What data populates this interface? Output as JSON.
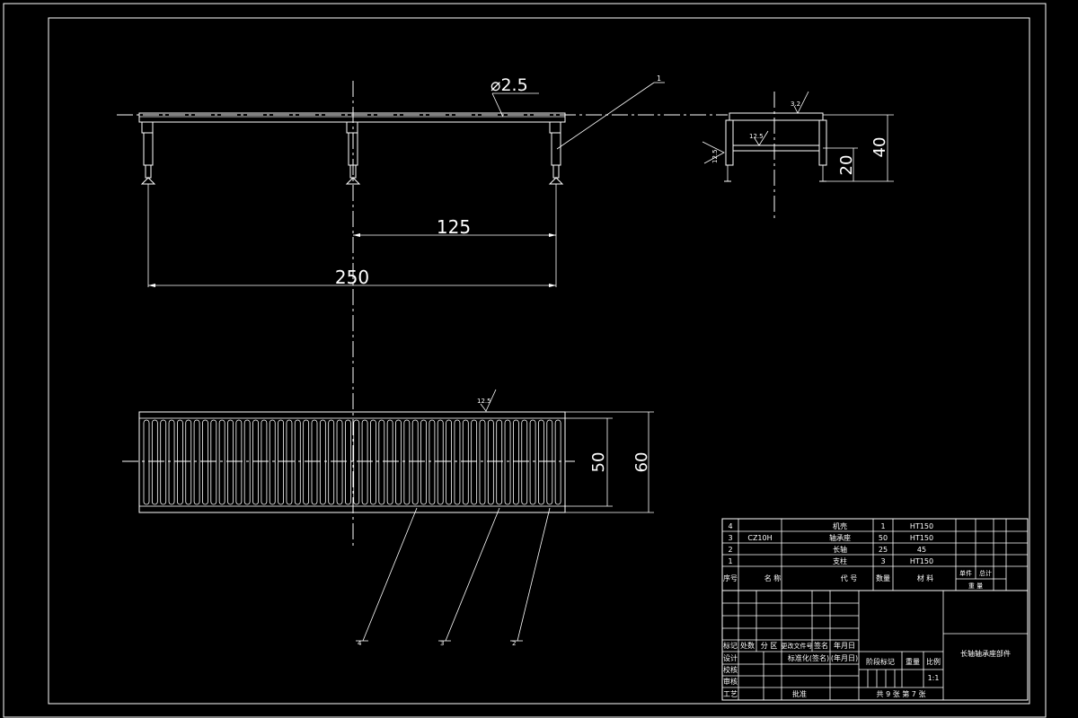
{
  "drawing": {
    "dims": {
      "dia": "⌀2.5",
      "d125": "125",
      "d250": "250",
      "d40": "40",
      "d20": "20",
      "d50": "50",
      "d60": "60"
    },
    "roughness": {
      "r1": "3.2",
      "r2": "12.5",
      "r3": "12.5",
      "r4": "12.5"
    },
    "callouts": {
      "c1": "1",
      "c4": "4",
      "c3": "3",
      "c2": "2"
    }
  },
  "bom": {
    "rows": [
      {
        "seq": "4",
        "code": "",
        "name": "机壳",
        "qty": "1",
        "material": "HT150"
      },
      {
        "seq": "3",
        "code": "CZ10H",
        "name": "轴承座",
        "qty": "50",
        "material": "HT150"
      },
      {
        "seq": "2",
        "code": "",
        "name": "长轴",
        "qty": "25",
        "material": "45"
      },
      {
        "seq": "1",
        "code": "",
        "name": "支柱",
        "qty": "3",
        "material": "HT150"
      }
    ],
    "header": {
      "seq": "序号",
      "name": "名  称",
      "code": "代  号",
      "qty": "数量",
      "material": "材  料",
      "unit": "单件",
      "total": "总计",
      "weight": "重  量"
    }
  },
  "title_block": {
    "row_labels": {
      "mark": "标记",
      "count": "处数",
      "zone": "分  区",
      "doc": "更改文件号",
      "sign": "签名",
      "date": "年月日"
    },
    "design": "设计",
    "standard": "标准化(签名)",
    "date2": "(年月日)",
    "stage": "阶段标记",
    "weight": "重量",
    "scale": "比例",
    "scale_val": "1:1",
    "check": "校核",
    "review": "审核",
    "craft": "工艺",
    "approve": "批准",
    "sheets": "共 9 张  第 7 张",
    "title": "长轴轴承座部件"
  }
}
